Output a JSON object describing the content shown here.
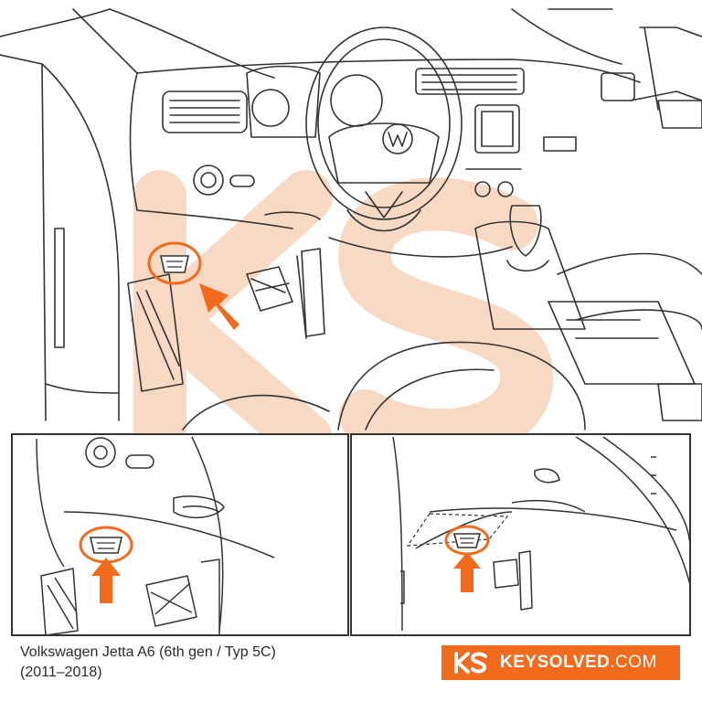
{
  "caption": {
    "line1": "Volkswagen Jetta A6 (6th gen / Typ 5C)",
    "line2": "(2011–2018)"
  },
  "brand": {
    "name": "KEYSOLVED",
    "domain": ".COM",
    "watermark": "KS",
    "logo_mark": "KS"
  },
  "colors": {
    "accent": "#f26b1d",
    "watermark": "#f8d9c4",
    "line_art": "#333333"
  },
  "icons": {
    "highlight": "orange-circle-highlight",
    "pointer": "orange-arrow-icon",
    "connector": "obd-port-icon"
  }
}
